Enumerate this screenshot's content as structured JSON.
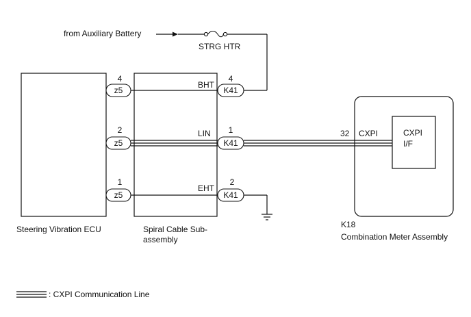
{
  "source": {
    "from_label": "from Auxiliary Battery",
    "fuse_label": "STRG HTR"
  },
  "components": {
    "ecu": {
      "label": "Steering Vibration ECU"
    },
    "spiral": {
      "label_line1": "Spiral Cable Sub-",
      "label_line2": "assembly"
    },
    "meter": {
      "code": "K18",
      "label": "Combination Meter Assembly",
      "inner_line1": "CXPI",
      "inner_line2": "I/F"
    }
  },
  "circuits": [
    {
      "left_pin": "4",
      "left_connector": "z5",
      "signal": "BHT",
      "right_pin": "4",
      "right_connector": "K41"
    },
    {
      "left_pin": "2",
      "left_connector": "z5",
      "signal": "LIN",
      "right_pin": "1",
      "right_connector": "K41",
      "meter_pin": "32",
      "meter_terminal": "CXPI"
    },
    {
      "left_pin": "1",
      "left_connector": "z5",
      "signal": "EHT",
      "right_pin": "2",
      "right_connector": "K41"
    }
  ],
  "legend": {
    "label": ": CXPI Communication Line"
  }
}
